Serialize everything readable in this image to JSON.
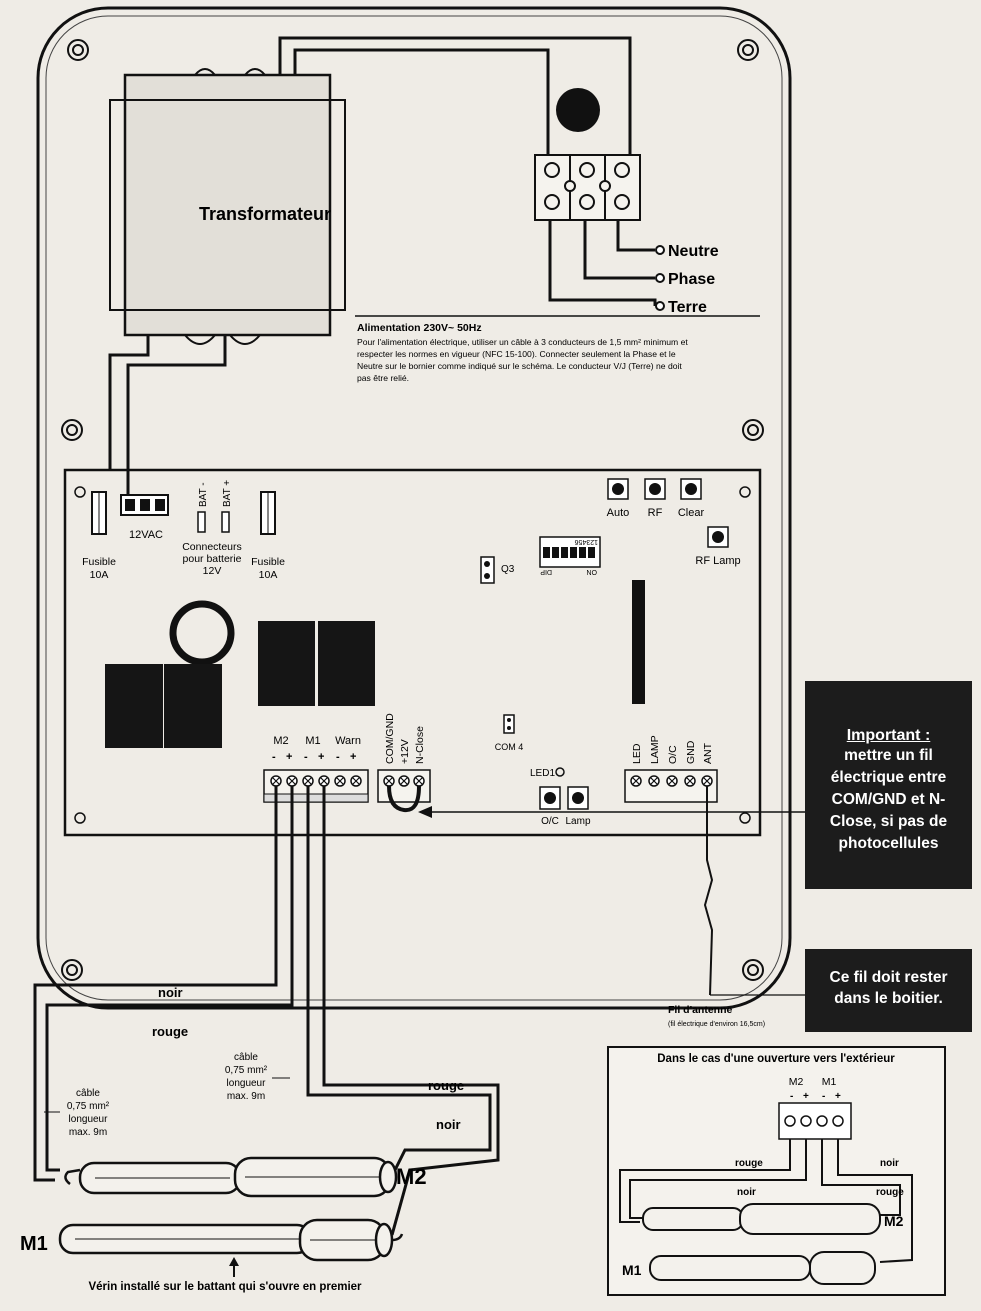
{
  "labels": {
    "transformateur": "Transformateur",
    "neutre": "Neutre",
    "phase": "Phase",
    "terre": "Terre",
    "alim_title": "Alimentation 230V~ 50Hz",
    "alim_line1": "Pour l'alimentation électrique, utiliser un câble à 3 conducteurs de 1,5 mm² minimum et",
    "alim_line2": "respecter les normes en vigueur (NFC 15-100). Connecter seulement la Phase et le",
    "alim_line3": "Neutre sur le bornier comme indiqué sur le schéma. Le conducteur V/J (Terre) ne doit",
    "alim_line4": "pas être relié.",
    "vac12": "12VAC",
    "bat_minus": "BAT -",
    "bat_plus": "BAT +",
    "fusible_left_1": "Fusible",
    "fusible_left_2": "10A",
    "fusible_right_1": "Fusible",
    "fusible_right_2": "10A",
    "connect_1": "Connecteurs",
    "connect_2": "pour batterie",
    "connect_3": "12V",
    "auto": "Auto",
    "rf": "RF",
    "clear": "Clear",
    "rf_lamp": "RF Lamp",
    "q3": "Q3",
    "dip": "DIP",
    "on": "ON",
    "dip_nums": "123456",
    "com4": "COM 4",
    "led1": "LED1",
    "oc": "O/C",
    "lamp": "Lamp",
    "m2": "M2",
    "m1": "M1",
    "warn": "Warn",
    "comgnd": "COM/GND",
    "plus12": "+12V",
    "nclose": "N-Close",
    "led": "LED",
    "lampv": "LAMP",
    "ocv": "O/C",
    "gnd": "GND",
    "ant": "ANT",
    "important_title": "Important :",
    "important_body": "mettre un fil électrique entre COM/GND et N-Close, si pas de photocellules",
    "fil_box": "Ce fil doit rester dans le boitier.",
    "fil_antenne": "Fil d'antenne",
    "fil_antenne_sub": "(fil électrique d'environ 16,5cm)",
    "noir": "noir",
    "rouge": "rouge",
    "cable_left_1": "câble",
    "cable_left_2": "0,75 mm²",
    "cable_left_3": "longueur",
    "cable_left_4": "max. 9m",
    "cable_mid_1": "câble",
    "cable_mid_2": "0,75 mm²",
    "cable_mid_3": "longueur",
    "cable_mid_4": "max. 9m",
    "motor_m2": "M2",
    "motor_m1": "M1",
    "verin_note": "Vérin installé sur le battant qui s'ouvre en premier",
    "exterior_title": "Dans le cas d'une ouverture vers l'extérieur",
    "ext_m2": "M2",
    "ext_m1": "M1",
    "ext_rouge_left": "rouge",
    "ext_noir_left": "noir",
    "ext_noir_right": "noir",
    "ext_rouge_right": "rouge",
    "ext_motor_m2": "M2",
    "ext_motor_m1": "M1"
  },
  "colors": {
    "paper": "#efece6",
    "ink": "#111111",
    "dark_box": "#1c1c1c"
  }
}
